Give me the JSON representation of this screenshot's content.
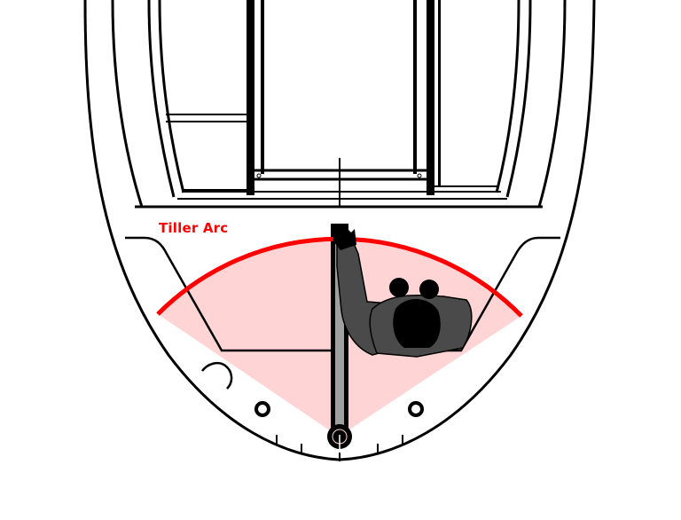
{
  "diagram": {
    "title": "Boat stern plan view with tiller sweep",
    "labels": {
      "tiller_arc": "Tiller Arc"
    },
    "colors": {
      "arc_stroke": "#ff0000",
      "arc_fill": "#ffd4d4",
      "label": "#ff0000",
      "line": "#000000",
      "tiller": "#a0a0a0",
      "person_body": "#4a4a4a",
      "person_head": "#000000",
      "background": "#ffffff"
    },
    "elements": [
      {
        "name": "hull-outline",
        "description": "outer hull curve forming stern"
      },
      {
        "name": "cockpit-coaming",
        "description": "inner cockpit seat outlines"
      },
      {
        "name": "cabin-companionway",
        "description": "rectangular cabin/hatch at top"
      },
      {
        "name": "tiller",
        "description": "gray vertical tiller bar pivoting at rudder head"
      },
      {
        "name": "tiller-arc",
        "description": "red arc indicating tiller sweep range"
      },
      {
        "name": "helmsman",
        "description": "top-down seated person holding tiller"
      },
      {
        "name": "rudder-pivot",
        "description": "circular pivot at stern"
      },
      {
        "name": "cleats",
        "description": "two small ring fittings near stern"
      },
      {
        "name": "transom-ticks",
        "description": "tick marks along stern edge"
      }
    ]
  }
}
